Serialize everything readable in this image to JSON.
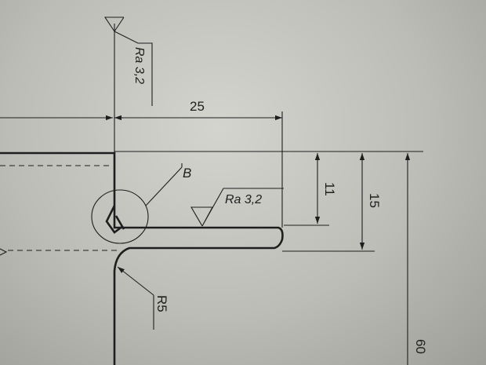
{
  "drawing": {
    "dim_width": "25",
    "dim_height_small": "11",
    "dim_height_large": "15",
    "dim_total": "60",
    "roughness_top": "Ra 3,2",
    "roughness_middle": "Ra 3,2",
    "detail_label": "B",
    "radius_label": "R5"
  },
  "colors": {
    "line": "#1e1e1e",
    "paper": "#c8c8c3"
  }
}
